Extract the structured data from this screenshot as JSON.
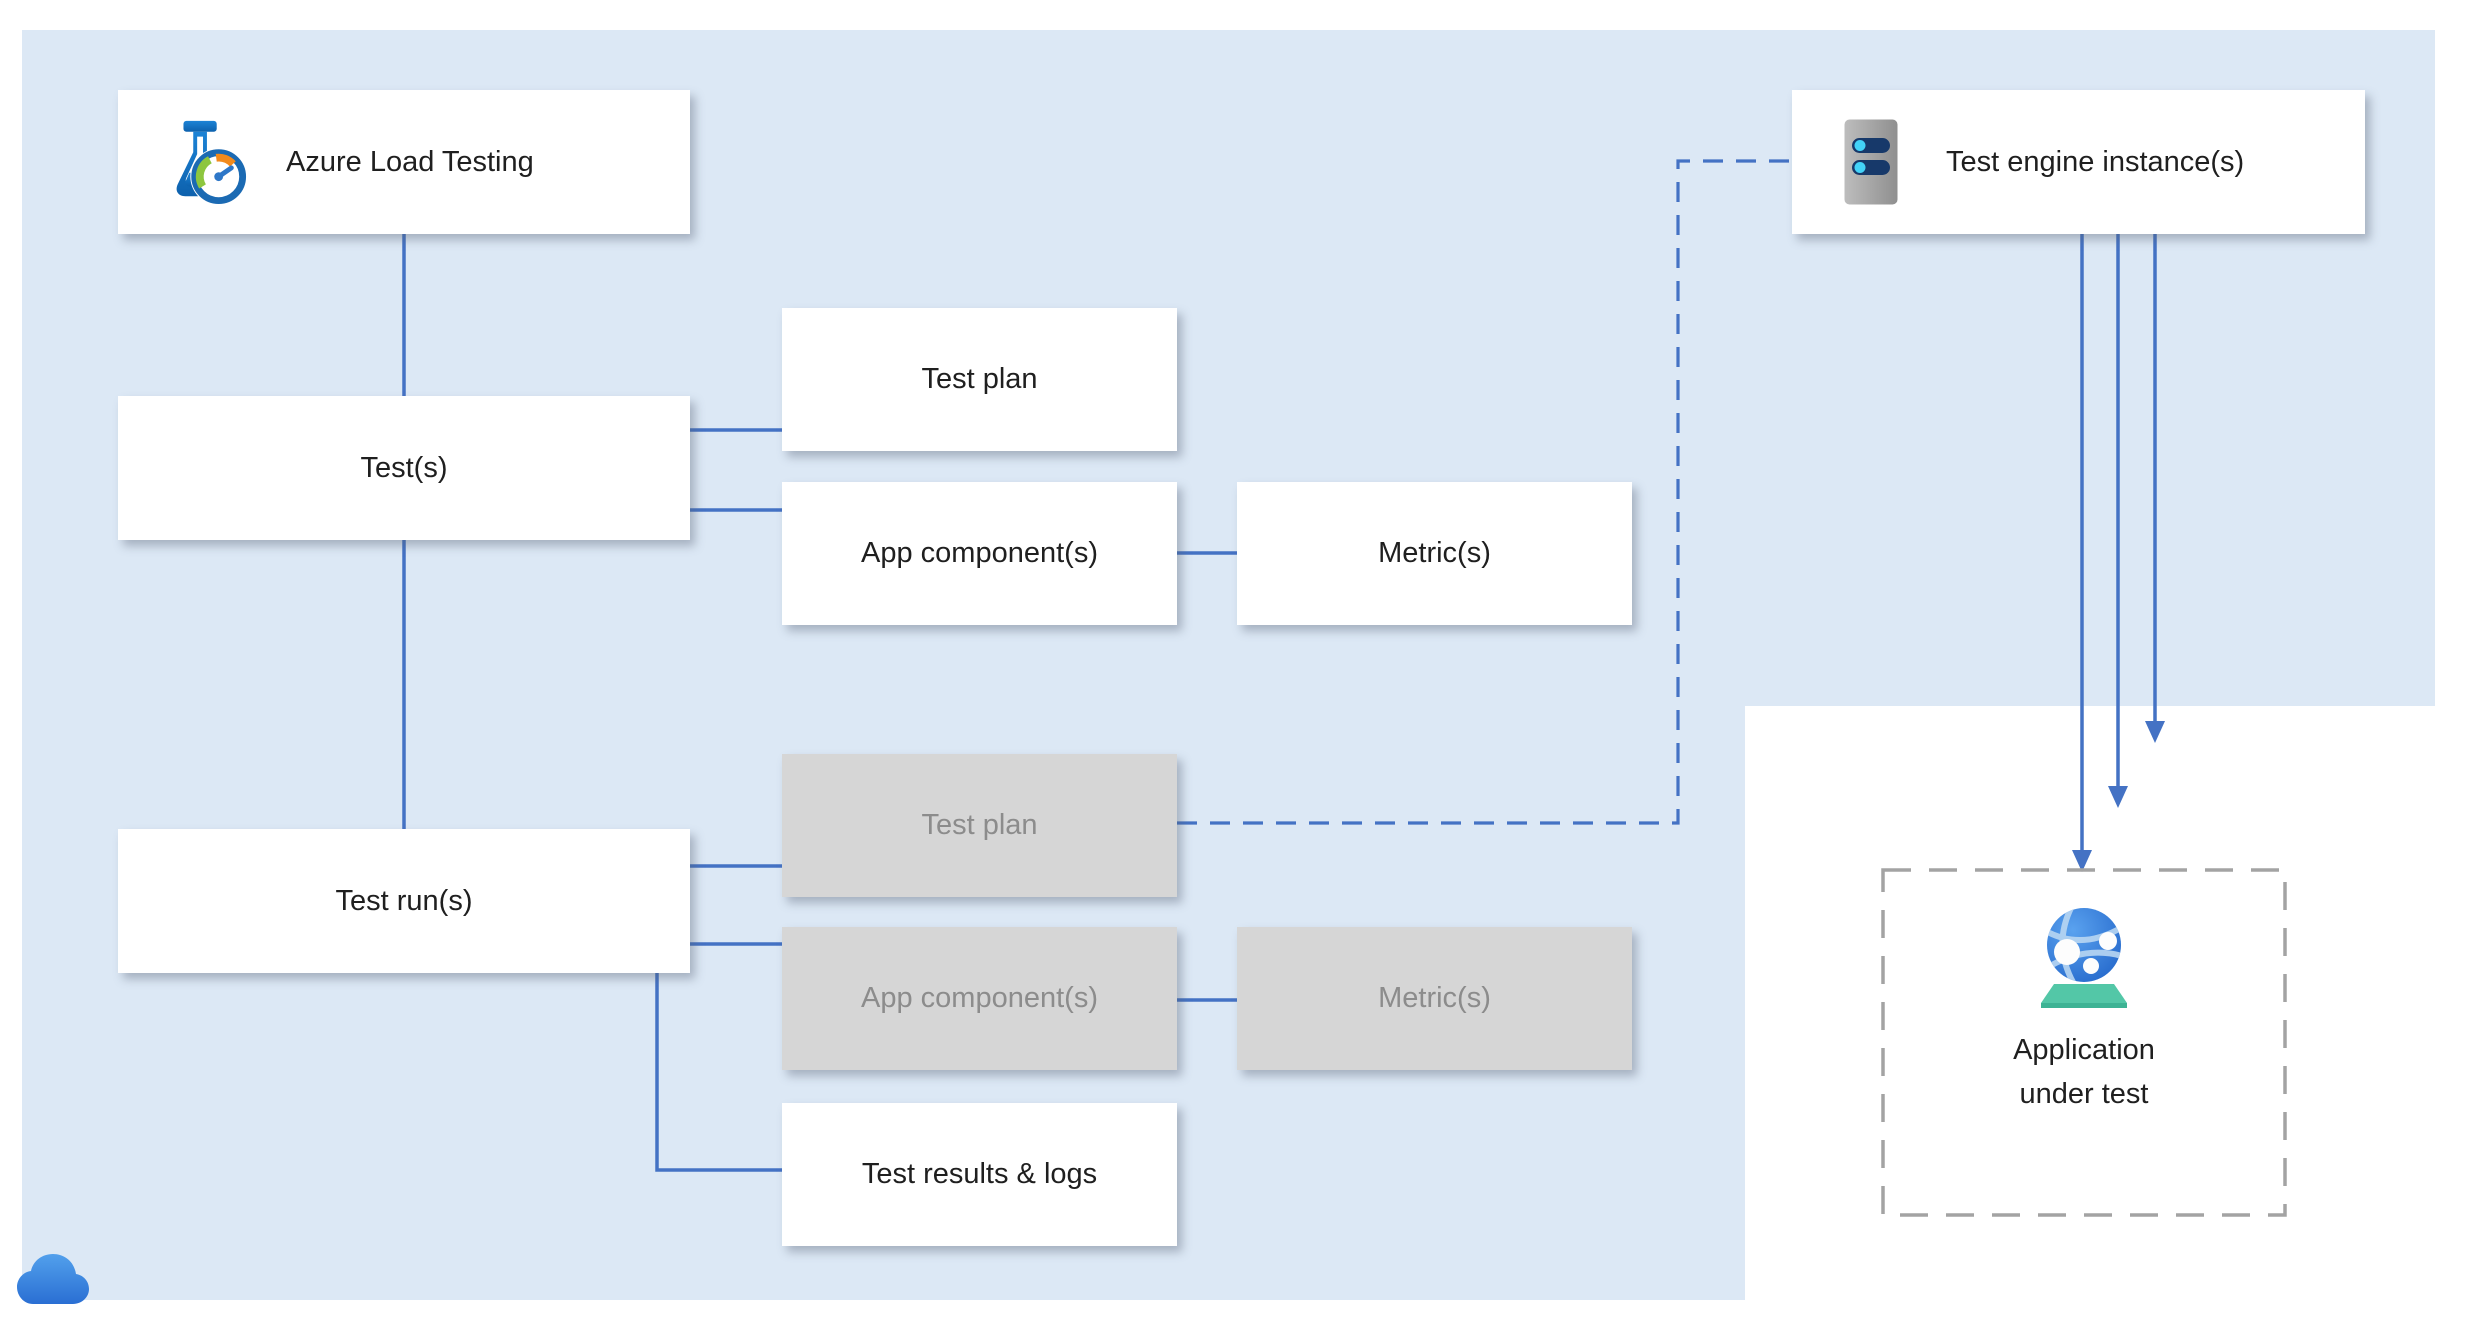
{
  "colors": {
    "region-bg": "#dce8f5",
    "accent": "#4472c4",
    "node-bg": "#ffffff",
    "gray-node": "#d6d6d6",
    "gray-text": "#8c8c8c",
    "text": "#1f1f1f",
    "dash-border": "#a3a3a3",
    "canvas-bg": "#ffffff"
  },
  "nodes": {
    "azure_load_testing": {
      "label": "Azure Load Testing",
      "icon": "load-testing-flask-gauge-icon"
    },
    "tests": {
      "label": "Test(s)"
    },
    "test_plan": {
      "label": "Test plan"
    },
    "app_components": {
      "label": "App component(s)"
    },
    "metrics": {
      "label": "Metric(s)"
    },
    "test_runs": {
      "label": "Test run(s)"
    },
    "run_test_plan": {
      "label": "Test plan",
      "state": "inactive"
    },
    "run_app_components": {
      "label": "App component(s)",
      "state": "inactive"
    },
    "run_metrics": {
      "label": "Metric(s)",
      "state": "inactive"
    },
    "test_results": {
      "label": "Test results & logs"
    },
    "test_engine": {
      "label": "Test engine instance(s)",
      "icon": "virtual-machine-server-icon"
    },
    "application_under_test": {
      "line1": "Application",
      "line2": "under test",
      "icon": "app-service-globe-icon"
    }
  },
  "edges": [
    {
      "from": "azure_load_testing",
      "to": "tests",
      "style": "solid"
    },
    {
      "from": "tests",
      "to": "test_runs",
      "style": "solid"
    },
    {
      "from": "tests",
      "to": "test_plan",
      "style": "solid"
    },
    {
      "from": "tests",
      "to": "app_components",
      "style": "solid"
    },
    {
      "from": "app_components",
      "to": "metrics",
      "style": "solid"
    },
    {
      "from": "test_runs",
      "to": "run_test_plan",
      "style": "solid"
    },
    {
      "from": "test_runs",
      "to": "run_app_components",
      "style": "solid"
    },
    {
      "from": "run_app_components",
      "to": "run_metrics",
      "style": "solid"
    },
    {
      "from": "test_runs",
      "to": "test_results",
      "style": "solid"
    },
    {
      "from": "run_test_plan",
      "to": "test_engine",
      "style": "dashed"
    },
    {
      "from": "test_engine",
      "to": "application_under_test",
      "style": "arrow",
      "count": 3
    }
  ],
  "decorations": {
    "cloud": "azure-cloud-icon"
  }
}
